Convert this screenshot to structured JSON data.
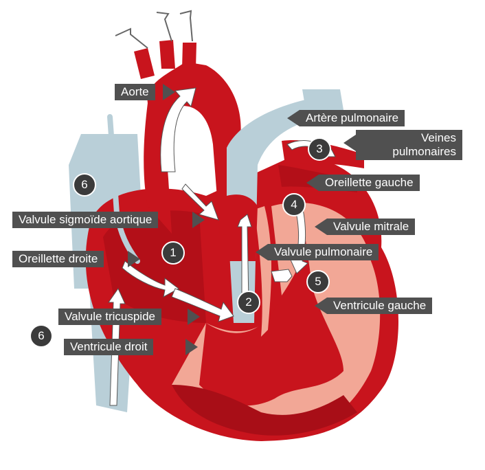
{
  "labels": {
    "aorte": "Aorte",
    "artere_pulmonaire": "Artère pulmonaire",
    "veines": "Veines",
    "pulmonaires": "pulmonaires",
    "oreillette_gauche": "Oreillette gauche",
    "valvule_sigmoide_aortique": "Valvule sigmoïde aortique",
    "valvule_mitrale": "Valvule mitrale",
    "oreillette_droite": "Oreillette droite",
    "valvule_pulmonaire": "Valvule pulmonaire",
    "valvule_tricuspide": "Valvule tricuspide",
    "ventricule_gauche": "Ventricule gauche",
    "ventricule_droit": "Ventricule droit"
  },
  "steps": [
    "1",
    "2",
    "3",
    "4",
    "5",
    "6",
    "6"
  ],
  "colors": {
    "heart_dark": "#b5121b",
    "heart_mid": "#d42a2f",
    "heart_light": "#f0a090",
    "vessel_blue": "#b9cfd8",
    "arrow_white": "#ffffff",
    "label_bg": "#505050",
    "badge_bg": "#3b3b3b"
  }
}
